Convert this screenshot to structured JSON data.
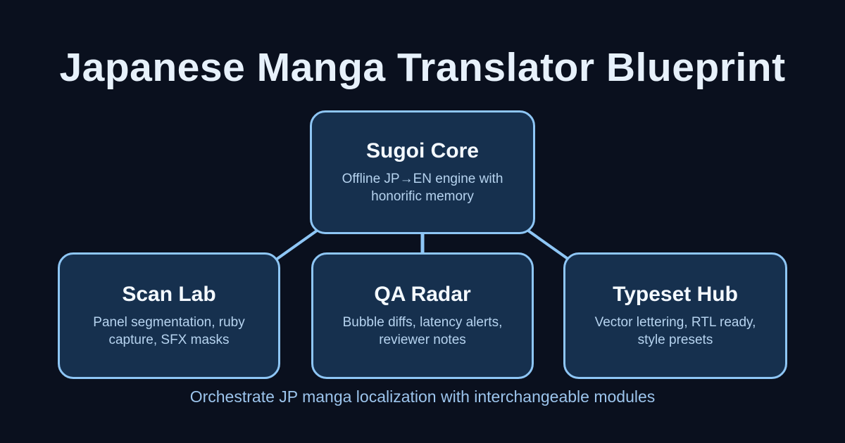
{
  "page": {
    "title": "Japanese Manga Translator Blueprint",
    "footer": "Orchestrate JP manga localization with interchangeable modules"
  },
  "nodes": {
    "core": {
      "title": "Sugoi Core",
      "description": "Offline JP→EN engine with honorific memory"
    },
    "scan": {
      "title": "Scan Lab",
      "description": "Panel segmentation, ruby capture, SFX masks"
    },
    "qa": {
      "title": "QA Radar",
      "description": "Bubble diffs, latency alerts, reviewer notes"
    },
    "typeset": {
      "title": "Typeset Hub",
      "description": "Vector lettering, RTL ready, style presets"
    }
  },
  "colors": {
    "background": "#0a101e",
    "node_fill": "#16304e",
    "node_border": "#8ec6f5",
    "connector": "#8ec6f5",
    "title_text": "#e7f1fb",
    "node_title_text": "#f4f9ff",
    "node_description_text": "#b6d3ef",
    "footer_text": "#9cc4ec"
  }
}
